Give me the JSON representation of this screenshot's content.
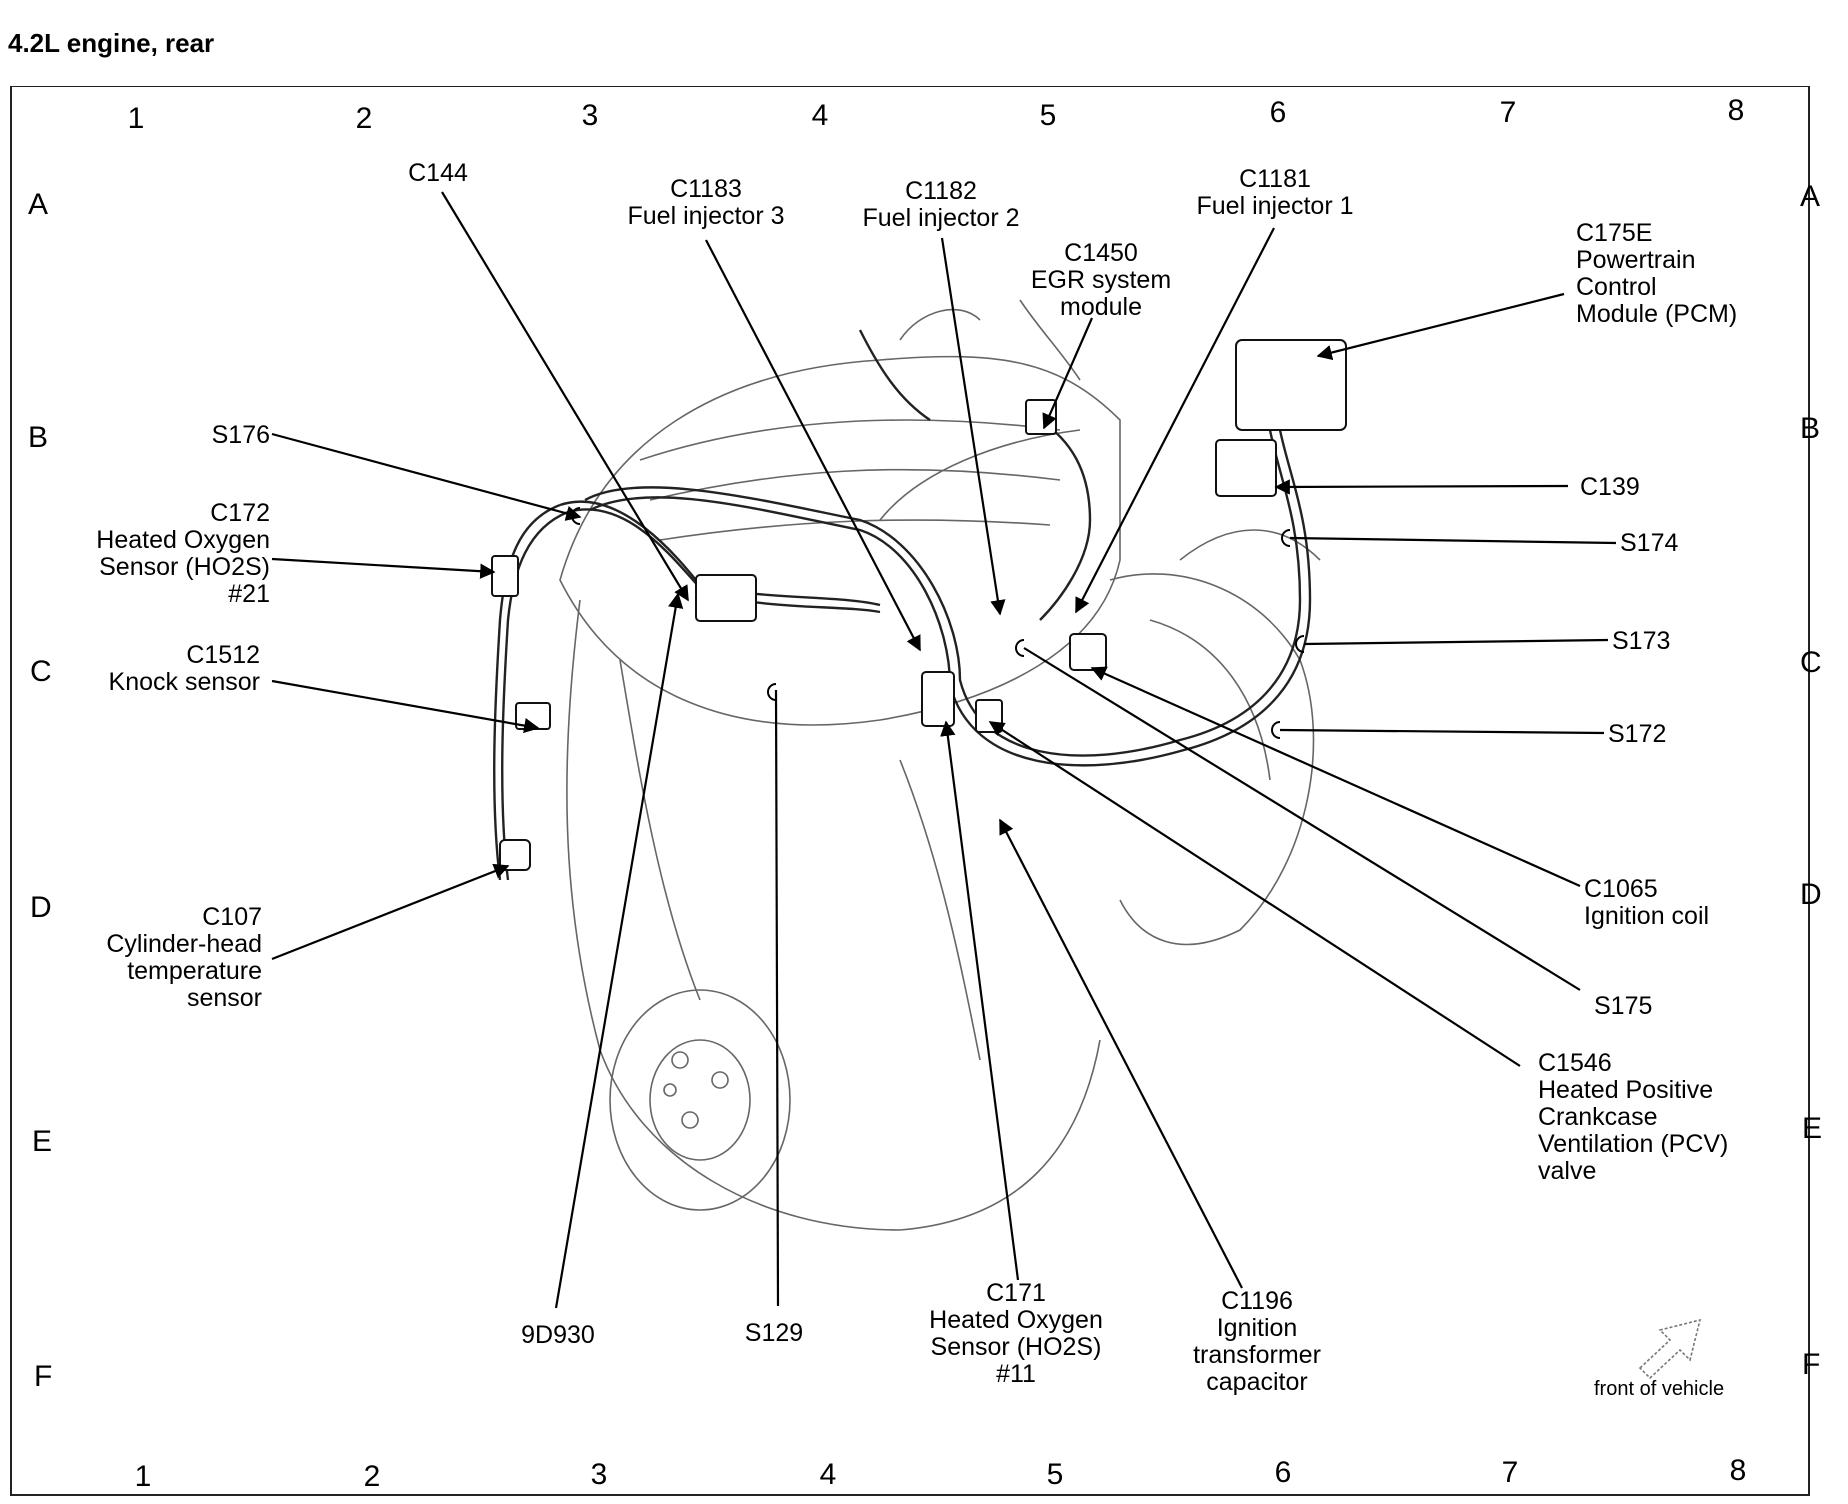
{
  "title": "4.2L engine, rear",
  "grid": {
    "columns": [
      "1",
      "2",
      "3",
      "4",
      "5",
      "6",
      "7",
      "8"
    ],
    "rows": [
      "A",
      "B",
      "C",
      "D",
      "E",
      "F"
    ]
  },
  "labels": {
    "c144": "C144",
    "c1183": [
      "C1183",
      "Fuel injector 3"
    ],
    "c1182": [
      "C1182",
      "Fuel injector 2"
    ],
    "c1181": [
      "C1181",
      "Fuel injector 1"
    ],
    "c1450": [
      "C1450",
      "EGR system",
      "module"
    ],
    "c175e": [
      "C175E",
      "Powertrain",
      "Control",
      "Module (PCM)"
    ],
    "s176": "S176",
    "c172": [
      "C172",
      "Heated Oxygen",
      "Sensor (HO2S)",
      "#21"
    ],
    "c1512": [
      "C1512",
      "Knock sensor"
    ],
    "c107": [
      "C107",
      "Cylinder-head",
      "temperature",
      "sensor"
    ],
    "c139": "C139",
    "s174": "S174",
    "s173": "S173",
    "s172": "S172",
    "c1065": [
      "C1065",
      "Ignition coil"
    ],
    "s175": "S175",
    "c1546": [
      "C1546",
      "Heated Positive",
      "Crankcase",
      "Ventilation (PCV)",
      "valve"
    ],
    "d9d930": "9D930",
    "s129": "S129",
    "c171": [
      "C171",
      "Heated Oxygen",
      "Sensor (HO2S)",
      "#11"
    ],
    "c1196": [
      "C1196",
      "Ignition",
      "transformer",
      "capacitor"
    ],
    "front": "front of vehicle"
  },
  "icons": [
    "front-of-vehicle-arrow-icon",
    "engine-illustration"
  ],
  "colors": {
    "ink": "#000000",
    "drawing": "#555555",
    "frame": "#222222"
  }
}
